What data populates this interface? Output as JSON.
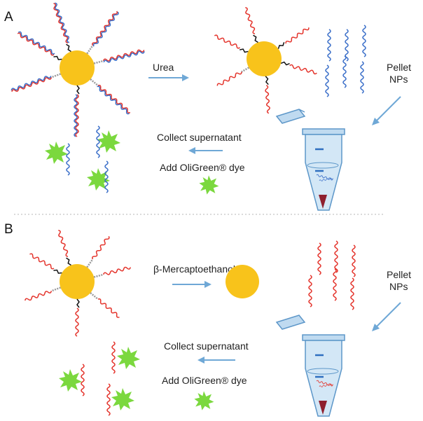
{
  "panels": {
    "a": {
      "label": "A",
      "reagent": "Urea",
      "pellet_line1": "Pellet",
      "pellet_line2": "NPs",
      "collect": "Collect supernatant",
      "add_dye": "Add OliGreen® dye"
    },
    "b": {
      "label": "B",
      "reagent": "β-Mercaptoethanol",
      "pellet_line1": "Pellet",
      "pellet_line2": "NPs",
      "collect": "Collect supernatant",
      "add_dye": "Add OliGreen® dye"
    }
  },
  "colors": {
    "nanoparticle": "#f8c31b",
    "dna_strand_red": "#e4342c",
    "dna_strand_blue": "#3b6fc9",
    "arrow": "#6fa8d6",
    "dye": "#7bd83e",
    "tube": "#d3e7f6",
    "pellet": "#8e1f2e"
  }
}
